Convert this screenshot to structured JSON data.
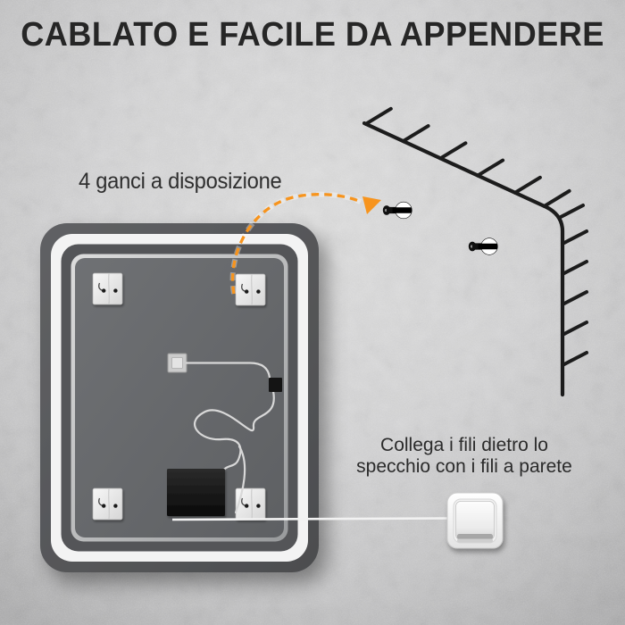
{
  "title": "CABLATO E FACILE DA APPENDERE",
  "annotations": {
    "hooks_label": "4 ganci a disposizione",
    "connect_label_line1": "Collega i fili dietro lo",
    "connect_label_line2": "specchio con i fili a parete"
  },
  "counts": {
    "hook_plates": 4,
    "wall_anchor_screws": 2
  },
  "colors": {
    "accent_orange": "#F7941D",
    "line_black": "#1C1C1C",
    "wall_light": "#D6D6D6",
    "frame_dark": "#58595B",
    "frame_white": "#F3F3F3",
    "mirror_panel": "#66686B",
    "wire_gray": "#D8D8D8",
    "cable_white": "#F2F2F2",
    "title_text": "#262626",
    "body_text": "#2E2E2E"
  },
  "icons": {
    "wall_anchor_screw": "screw-anchor-icon",
    "hook_plate": "hook-plate-icon",
    "junction_box": "junction-box-icon",
    "driver_box": "driver-box-icon",
    "light_switch": "light-switch-icon",
    "dashed_arrow": "dashed-arrow-icon",
    "wall_corner": "wall-corner-line-icon"
  }
}
